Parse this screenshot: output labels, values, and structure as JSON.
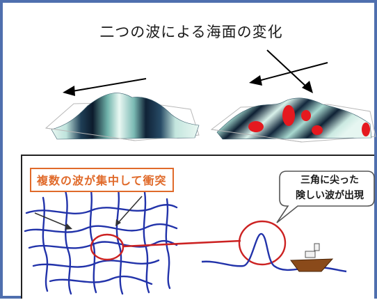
{
  "title": "二つの波による海面の変化",
  "panel": {
    "label": "複数の波が集中して衝突",
    "bubble_line1": "三角に尖った",
    "bubble_line2": "険しい波が出現"
  },
  "colors": {
    "frame": "#4f6fae",
    "label_accent": "#e06a2a",
    "wave_line": "#2233aa",
    "highlight": "#cc2222",
    "crest": "#e5191f",
    "boat": "#8a4a1a"
  }
}
